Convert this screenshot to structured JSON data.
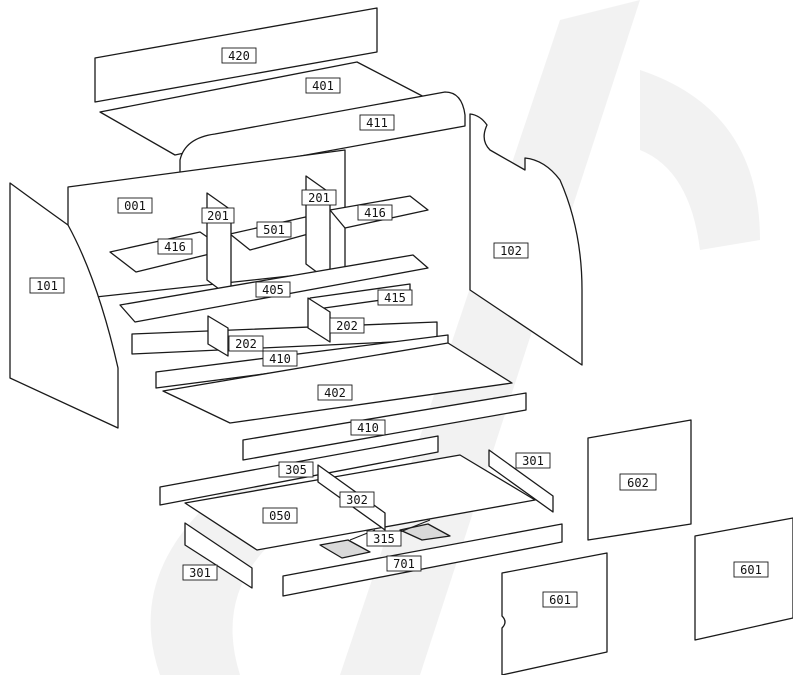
{
  "colors": {
    "line": "#1a1a1a",
    "fill": "#ffffff",
    "watermark": "#cfcfcf"
  },
  "labels": {
    "p420": "420",
    "p401": "401",
    "p411": "411",
    "p001": "001",
    "p201a": "201",
    "p201b": "201",
    "p416a": "416",
    "p416b": "416",
    "p501": "501",
    "p102": "102",
    "p101": "101",
    "p405": "405",
    "p415": "415",
    "p202a": "202",
    "p202b": "202",
    "p410a": "410",
    "p402": "402",
    "p410b": "410",
    "p305": "305",
    "p301a": "301",
    "p302": "302",
    "p602": "602",
    "p050": "050",
    "p315": "315",
    "p301b": "301",
    "p701": "701",
    "p601a": "601",
    "p601b": "601"
  }
}
